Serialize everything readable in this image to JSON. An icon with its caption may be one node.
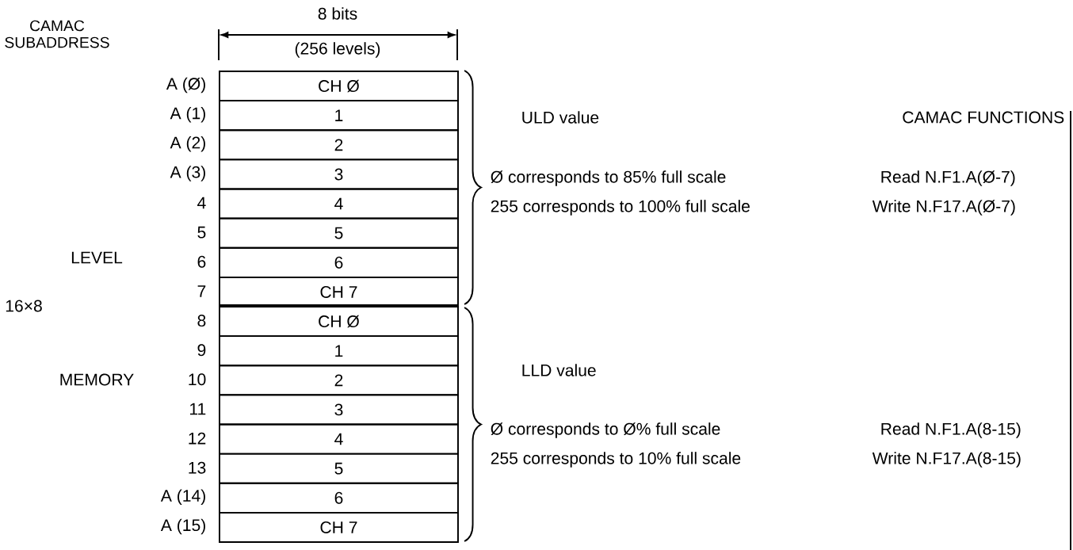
{
  "diagram": {
    "nodes": [
      {
        "text": [
          "CH Ø"
        ],
        "beside": [
          "A (Ø)"
        ]
      },
      {
        "text": [
          "1"
        ],
        "beside": [
          "A (1)"
        ]
      },
      {
        "text": [
          "2"
        ],
        "beside": [
          "A (2)"
        ]
      },
      {
        "text": [
          "3"
        ],
        "beside": [
          "A (3)"
        ]
      },
      {
        "text": [
          "4"
        ],
        "beside": [
          "4"
        ]
      },
      {
        "text": [
          "5"
        ],
        "beside": [
          "5"
        ]
      },
      {
        "text": [
          "6"
        ],
        "beside": [
          "6"
        ]
      },
      {
        "text": [
          "CH 7"
        ],
        "beside": [
          "7"
        ]
      },
      {
        "text": [
          "CH Ø"
        ],
        "beside": [
          "8"
        ]
      },
      {
        "text": [
          "1"
        ],
        "beside": [
          "9"
        ]
      },
      {
        "text": [
          "2"
        ],
        "beside": [
          "10"
        ]
      },
      {
        "text": [
          "3"
        ],
        "beside": [
          "11"
        ]
      },
      {
        "text": [
          "4"
        ],
        "beside": [
          "12"
        ]
      },
      {
        "text": [
          "5"
        ],
        "beside": [
          "13"
        ]
      },
      {
        "text": [
          "6"
        ],
        "beside": [
          "A (14)"
        ]
      },
      {
        "text": [
          "CH 7"
        ],
        "beside": [
          "A (15)"
        ]
      }
    ],
    "labels": [
      "8 bits",
      "(256 levels)",
      "CAMAC SUBADDRESS",
      "ULD value",
      "CAMAC FUNCTIONS",
      "Ø corresponds to 85% full scale",
      "Read N.F1.A(Ø-7)",
      "255 corresponds to 100% full scale",
      "Write N.F17.A(Ø-7)",
      "LEVEL",
      "16×8",
      "MEMORY",
      "LLD value",
      "Ø corresponds to Ø% full scale",
      "Read N.F1.A(8-15)",
      "255 corresponds to 10% full scale",
      "Write N.F17.A(8-15)"
    ]
  }
}
